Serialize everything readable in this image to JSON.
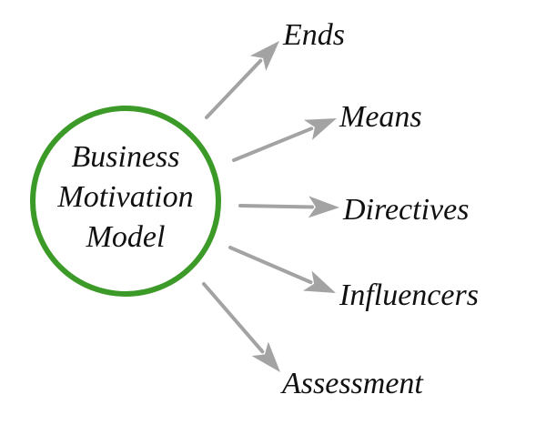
{
  "center": {
    "lines": [
      "Business",
      "Motivation",
      "Model"
    ],
    "ring_color": "#3c9a28"
  },
  "branches": [
    {
      "label": "Ends"
    },
    {
      "label": "Means"
    },
    {
      "label": "Directives"
    },
    {
      "label": "Influencers"
    },
    {
      "label": "Assessment"
    }
  ],
  "arrow_color": "#a3a3a3"
}
